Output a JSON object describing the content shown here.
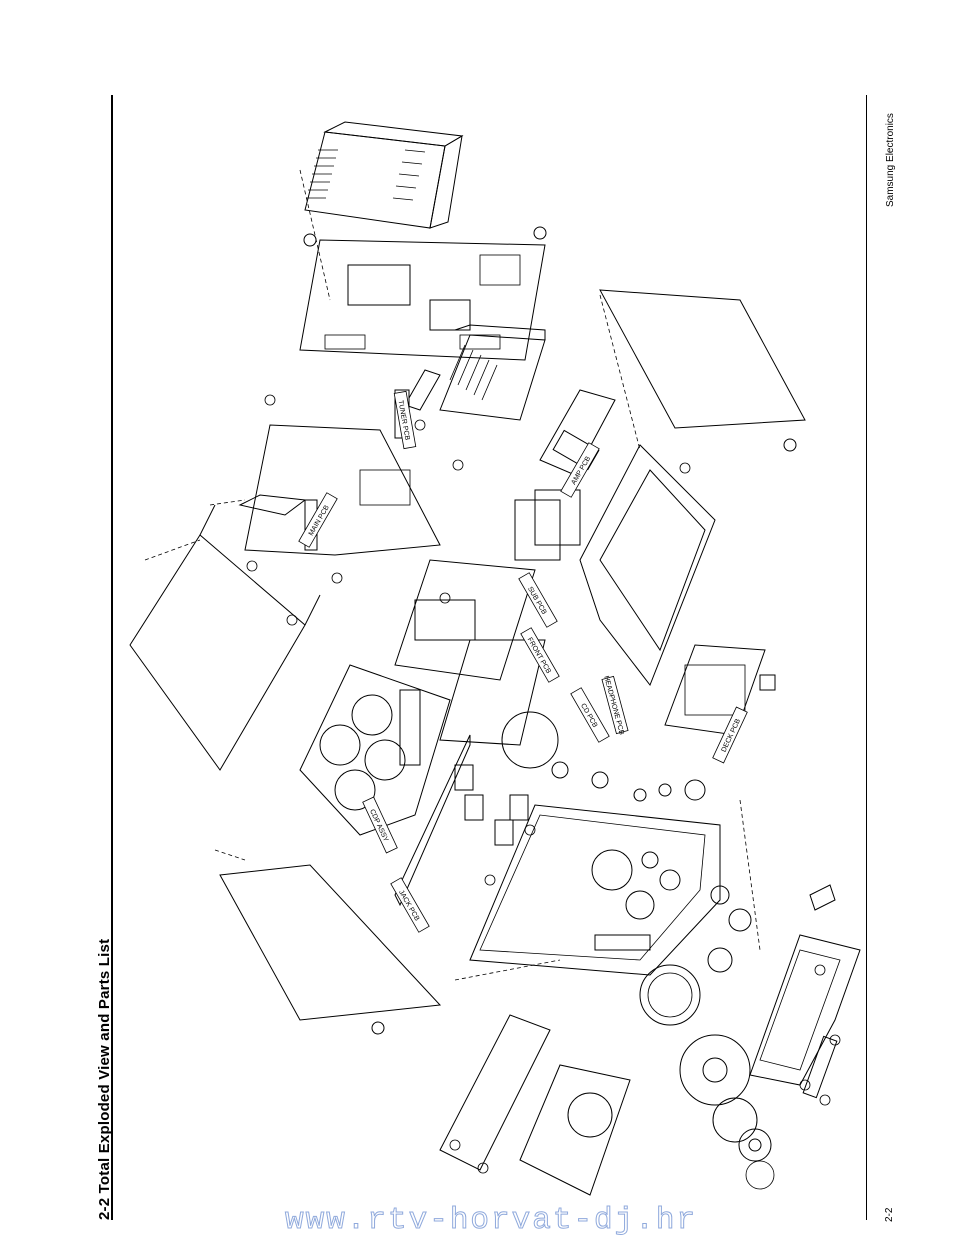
{
  "header": {
    "title": "2-2 Total Exploded View and Parts List",
    "brand": "Samsung Electronics",
    "page_number": "2-2"
  },
  "watermark": {
    "text": "www.rtv-horvat-dj.hr"
  },
  "diagram_labels": {
    "tuner": "TUNER PCB",
    "amp": "AMP PCB",
    "main": "MAIN PCB",
    "sub": "SUB PCB",
    "front": "FRONT PCB",
    "cd": "CD PCB",
    "jack": "JACK PCB",
    "headphone": "HEADPHONE PCB",
    "deck": "DECK PCB",
    "cdp": "CDP ASSY"
  },
  "colors": {
    "ink": "#000000",
    "watermark": "#8fa9dc"
  }
}
